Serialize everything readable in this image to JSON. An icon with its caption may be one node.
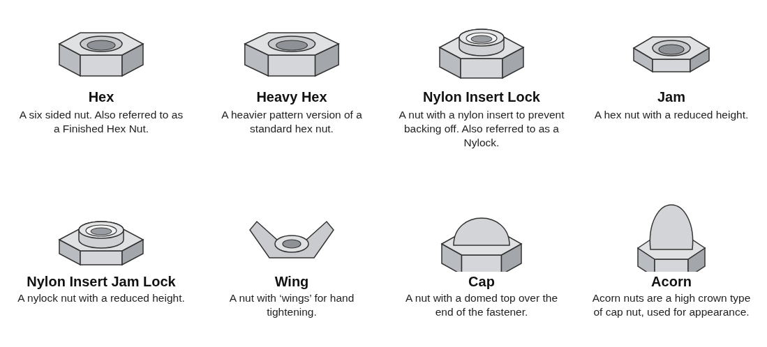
{
  "diagram": {
    "labels": [
      "Hex",
      "A six sided nut.  Also referred to as a Finished Hex Nut.",
      "Heavy Hex",
      "A heavier pattern version of a standard hex nut.",
      "Nylon Insert Lock",
      "A nut with a nylon insert to prevent backing off. Also referred to as a Nylock.",
      "Jam",
      "A hex nut with a reduced height.",
      "Nylon Insert Jam Lock",
      "A nylock nut with a reduced height.",
      "Wing",
      "A nut with ‘wings’ for hand tightening.",
      "Cap",
      "A nut with a domed top over the end of the fastener.",
      "Acorn",
      "Acorn nuts are a high crown type of cap nut, used for appearance."
    ]
  }
}
